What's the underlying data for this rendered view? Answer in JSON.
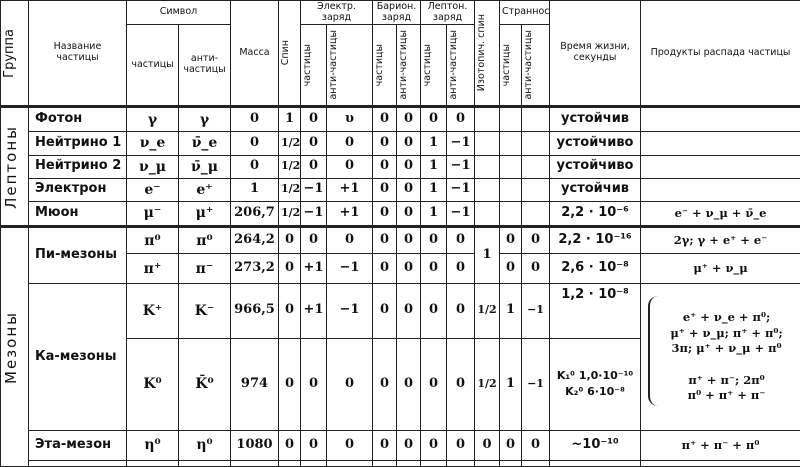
{
  "headers": {
    "group": "Группа",
    "name": "Название частицы",
    "symbol": "Символ",
    "symbol_particle": "частицы",
    "symbol_anti": "анти-частицы",
    "mass": "Масса",
    "spin": "Спин",
    "electric_charge": "Электр. заряд",
    "baryon_charge": "Барион. заряд",
    "lepton_charge": "Лептон. заряд",
    "sub_particle": "частицы",
    "sub_anti": "анти-частицы",
    "isospin": "Изотопич. спин",
    "strangeness": "Странность",
    "lifetime": "Время жизни, секунды",
    "decay": "Продукты распада частицы"
  },
  "groups": {
    "leptons": "Лептоны",
    "mesons": "Мезоны"
  },
  "rows": {
    "photon": {
      "name": "Фотон",
      "sym": "γ",
      "anti": "γ",
      "mass": "0",
      "spin": "1",
      "eq": "0",
      "eqa": "υ",
      "bq": "0",
      "bqa": "0",
      "lq": "0",
      "lqa": "0",
      "life": "устойчив"
    },
    "nu1": {
      "name": "Нейтрино 1",
      "sym": "ν_e",
      "anti": "ν̄_e",
      "mass": "0",
      "spin": "1/2",
      "eq": "0",
      "eqa": "0",
      "bq": "0",
      "bqa": "0",
      "lq": "1",
      "lqa": "−1",
      "life": "устойчиво"
    },
    "nu2": {
      "name": "Нейтрино 2",
      "sym": "ν_μ",
      "anti": "ν̄_μ",
      "mass": "0",
      "spin": "1/2",
      "eq": "0",
      "eqa": "0",
      "bq": "0",
      "bqa": "0",
      "lq": "1",
      "lqa": "−1",
      "life": "устойчиво"
    },
    "electron": {
      "name": "Электрон",
      "sym": "e⁻",
      "anti": "e⁺",
      "mass": "1",
      "spin": "1/2",
      "eq": "−1",
      "eqa": "+1",
      "bq": "0",
      "bqa": "0",
      "lq": "1",
      "lqa": "−1",
      "life": "устойчив"
    },
    "muon": {
      "name": "Мюон",
      "sym": "μ⁻",
      "anti": "μ⁺",
      "mass": "206,7",
      "spin": "1/2",
      "eq": "−1",
      "eqa": "+1",
      "bq": "0",
      "bqa": "0",
      "lq": "1",
      "lqa": "−1",
      "life": "2,2 · 10⁻⁶",
      "decay": "e⁻ + ν_μ + ν̄_e"
    },
    "pi_name": "Пи-мезоны",
    "pi0": {
      "sym": "π⁰",
      "anti": "π⁰",
      "mass": "264,2",
      "spin": "0",
      "eq": "0",
      "eqa": "0",
      "bq": "0",
      "bqa": "0",
      "lq": "0",
      "lqa": "0",
      "s": "0",
      "sa": "0",
      "life": "2,2 · 10⁻¹⁶",
      "decay": "2γ; γ + e⁺ + e⁻"
    },
    "pic": {
      "sym": "π⁺",
      "anti": "π⁻",
      "mass": "273,2",
      "spin": "0",
      "eq": "+1",
      "eqa": "−1",
      "bq": "0",
      "bqa": "0",
      "lq": "0",
      "lqa": "0",
      "s": "0",
      "sa": "0",
      "life": "2,6 · 10⁻⁸",
      "decay": "μ⁺ + ν_μ"
    },
    "pi_iso": "1",
    "ka_name": "Ка-мезоны",
    "kc": {
      "sym": "K⁺",
      "anti": "K⁻",
      "mass": "966,5",
      "spin": "0",
      "eq": "+1",
      "eqa": "−1",
      "bq": "0",
      "bqa": "0",
      "lq": "0",
      "lqa": "0",
      "iso": "1/2",
      "s": "1",
      "sa": "−1",
      "life": "1,2 · 10⁻⁸"
    },
    "k0": {
      "sym": "K⁰",
      "anti": "K̄⁰",
      "mass": "974",
      "spin": "0",
      "eq": "0",
      "eqa": "0",
      "bq": "0",
      "bqa": "0",
      "lq": "0",
      "lqa": "0",
      "iso": "1/2",
      "s": "1",
      "sa": "−1",
      "life1": "K₁⁰ 1,0·10⁻¹⁰",
      "life2": "K₂⁰ 6·10⁻⁸"
    },
    "ka_decay": [
      "e⁺ + ν_e + π⁰;",
      "μ⁺ + ν_μ; π⁺ + π⁰;",
      "3π; μ⁺ + ν_μ + π⁰",
      "π⁺ + π⁻; 2π⁰",
      "π⁰ + π⁺ + π⁻"
    ],
    "eta": {
      "name": "Эта-мезон",
      "sym": "η⁰",
      "anti": "η⁰",
      "mass": "1080",
      "spin": "0",
      "eq": "0",
      "eqa": "0",
      "bq": "0",
      "bqa": "0",
      "lq": "0",
      "lqa": "0",
      "iso": "0",
      "s": "0",
      "sa": "0",
      "life": "~10⁻¹⁰",
      "decay": "π⁺ + π⁻ + π⁰"
    }
  }
}
